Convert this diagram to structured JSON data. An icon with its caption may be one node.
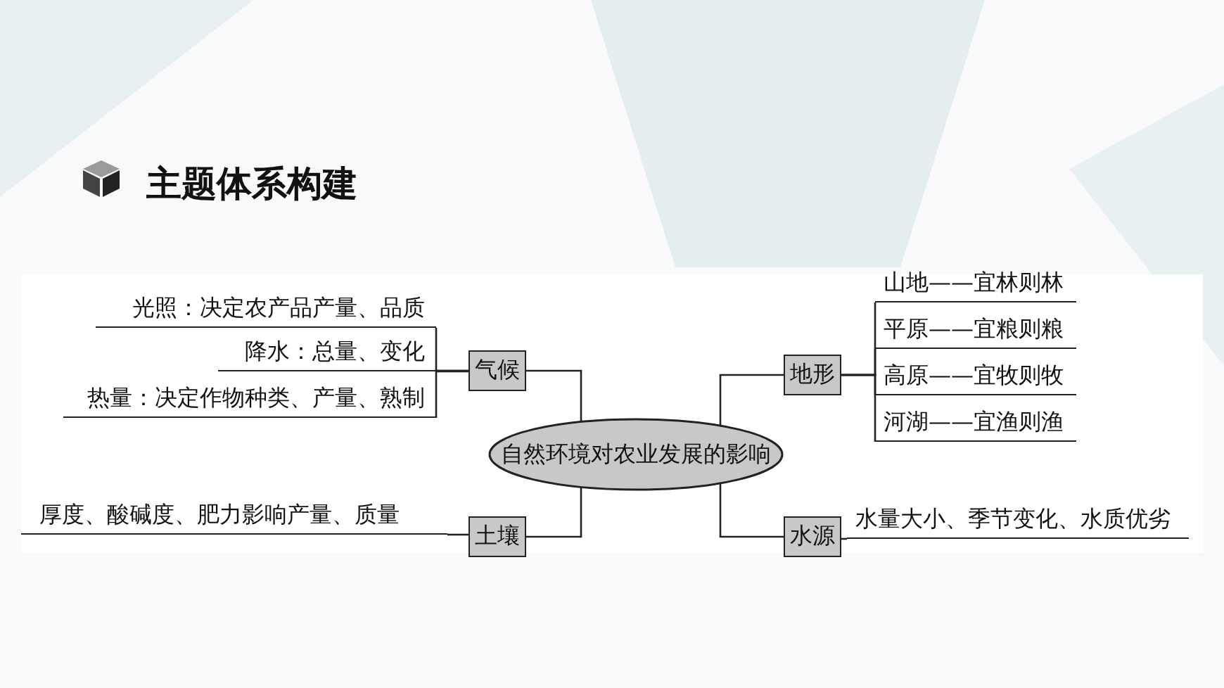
{
  "diagram": {
    "title": "主题体系构建",
    "nodes": [
      {
        "text": [
          "自然环境对农业发展的影响"
        ]
      },
      {
        "text": [
          "气候"
        ]
      },
      {
        "text": [
          "土壤"
        ]
      },
      {
        "text": [
          "地形"
        ]
      },
      {
        "text": [
          "水源"
        ]
      },
      {
        "text": [
          "光照：决定农产品产量、品质"
        ]
      },
      {
        "text": [
          "降水：总量、变化"
        ]
      },
      {
        "text": [
          "热量：决定作物种类、产量、熟制"
        ]
      },
      {
        "text": [
          "厚度、酸碱度、肥力影响产量、质量"
        ]
      },
      {
        "text": [
          "山地——宜林则林"
        ]
      },
      {
        "text": [
          "平原——宜粮则粮"
        ]
      },
      {
        "text": [
          "高原——宜牧则牧"
        ]
      },
      {
        "text": [
          "河湖——宜渔则渔"
        ]
      },
      {
        "text": [
          "水量大小、季节变化、水质优劣"
        ]
      }
    ],
    "edges": [
      {
        "from": 0,
        "to": 1,
        "arrow": "none"
      },
      {
        "from": 0,
        "to": 2,
        "arrow": "none"
      },
      {
        "from": 0,
        "to": 3,
        "arrow": "none"
      },
      {
        "from": 0,
        "to": 4,
        "arrow": "none"
      },
      {
        "from": 1,
        "to": 5,
        "arrow": "none"
      },
      {
        "from": 1,
        "to": 6,
        "arrow": "none"
      },
      {
        "from": 1,
        "to": 7,
        "arrow": "none"
      },
      {
        "from": 2,
        "to": 8,
        "arrow": "none"
      },
      {
        "from": 3,
        "to": 9,
        "arrow": "none"
      },
      {
        "from": 3,
        "to": 10,
        "arrow": "none"
      },
      {
        "from": 3,
        "to": 11,
        "arrow": "none"
      },
      {
        "from": 3,
        "to": 12,
        "arrow": "none"
      },
      {
        "from": 4,
        "to": 13,
        "arrow": "none"
      }
    ]
  }
}
